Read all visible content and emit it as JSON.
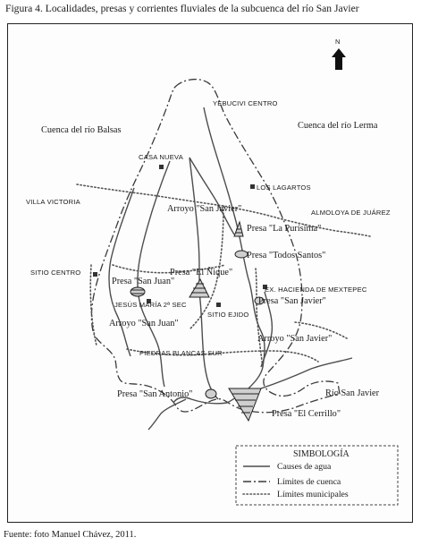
{
  "caption": "Figura 4. Localidades, presas y corrientes fluviales de la subcuenca del río San Javier",
  "source": "Fuente: foto Manuel Chávez, 2011.",
  "north_label": "N",
  "regions": {
    "balsas": "Cuenca del río Balsas",
    "lerma": "Cuenca del río Lerma"
  },
  "localities": {
    "yebucivi": "YEBUCIVI CENTRO",
    "casa_nueva": "CASA NUEVA",
    "los_lagartos": "LOS LAGARTOS",
    "villa_victoria": "VILLA VICTORIA",
    "almoloya": "ALMOLOYA DE JUÁREZ",
    "sitio_centro": "SITIO CENTRO",
    "hacienda": "EX. HACIENDA DE MEXTEPEC",
    "jesus_maria": "JESÚS MARÍA 2ª SEC",
    "sitio_ejido": "SITIO EJIDO",
    "piedras_blancas": "PIEDRAS BLANCAS SUR"
  },
  "dams": {
    "la_purisima": "Presa \"La Purísima\"",
    "todos_santos": "Presa \"Todos Santos\"",
    "el_nique": "Presa \"El Ñique\"",
    "san_juan": "Presa \"San Juan\"",
    "san_javier": "Presa \"San Javier\"",
    "san_antonio": "Presa \"San Antonio\"",
    "el_cerrillo": "Presa \"El Cerrillo\""
  },
  "streams": {
    "arroyo_san_javier_n": "Arroyo \"San Javier\"",
    "arroyo_san_juan": "Arroyo \"San Juan\"",
    "arroyo_san_javier_s": "Arroyo \"San Javier\"",
    "rio_san_javier": "Río San Javier"
  },
  "legend": {
    "title": "SIMBOLOGÍA",
    "items": [
      {
        "label": "Causes de agua",
        "style": "solid"
      },
      {
        "label": "Límites de cuenca",
        "style": "dashdot"
      },
      {
        "label": "Límites municipales",
        "style": "dotted"
      }
    ]
  },
  "colors": {
    "ink": "#1a1a1a",
    "stream": "#5a5a5a",
    "paper": "#fdfdfd"
  }
}
